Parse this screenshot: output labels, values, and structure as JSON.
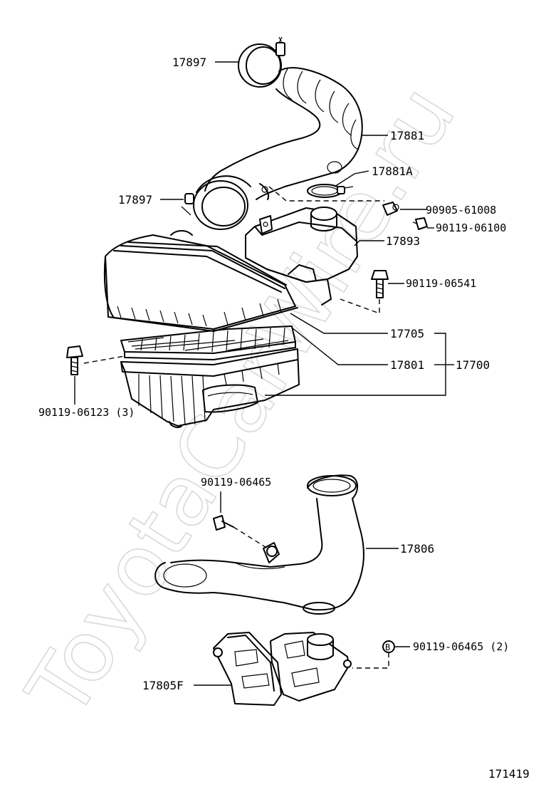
{
  "watermark": "ToyotaCarWire.ru",
  "diagram_id": "171419",
  "labels": {
    "p17897_top": "17897",
    "p17881": "17881",
    "p17881A": "17881A",
    "p17897_mid": "17897",
    "p90905_61008": "90905-61008",
    "p90119_06100": "90119-06100",
    "p17893": "17893",
    "p90119_06541": "90119-06541",
    "p17705": "17705",
    "p17801": "17801",
    "p17700": "17700",
    "p90119_06123": "90119-06123 (3)",
    "p90119_06465_a": "90119-06465",
    "p17806": "17806",
    "p90119_06465_b": "90119-06465 (2)",
    "p17805F": "17805F",
    "callout_b": "B"
  }
}
